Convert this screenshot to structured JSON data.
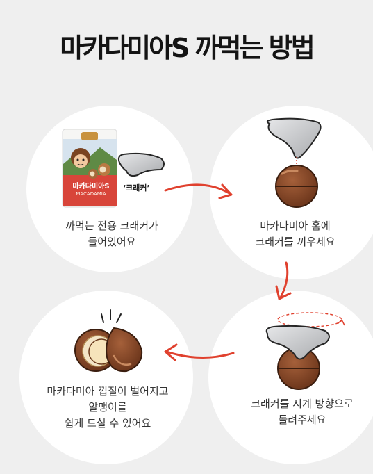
{
  "title": "마카다미아S 까먹는 방법",
  "bag": {
    "brand_ko": "마카다미아S",
    "brand_en": "MACADAMIA"
  },
  "cracker_label": "‘크래커’",
  "steps": [
    {
      "lines": [
        "까먹는 전용 크래커가",
        "들어있어요"
      ]
    },
    {
      "lines": [
        "마카다미아 홈에",
        "크래커를 끼우세요"
      ]
    },
    {
      "lines": [
        "마카다미아 껍질이 벌어지고",
        "알맹이를",
        "쉽게 드실 수 있어요"
      ]
    },
    {
      "lines": [
        "크래커를 시계 방향으로",
        "돌려주세요"
      ]
    }
  ],
  "colors": {
    "background": "#efefef",
    "arrow": "#e0412e",
    "shell": "#7a3f22",
    "cracker": "#c9cacc"
  }
}
